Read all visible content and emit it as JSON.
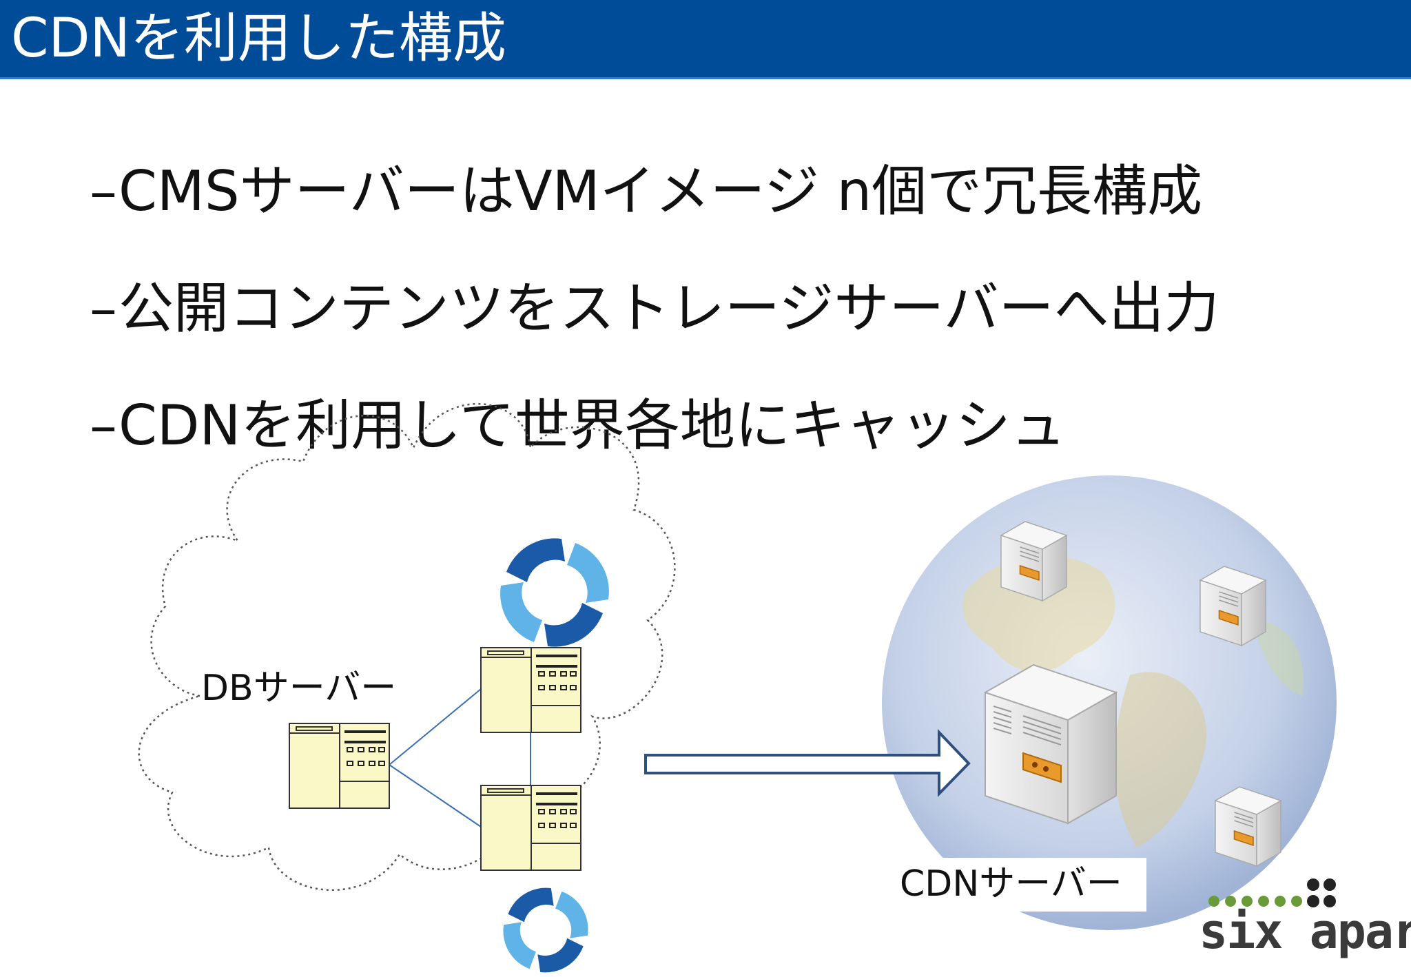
{
  "header": {
    "title": "CDNを利用した構成"
  },
  "bullets": [
    {
      "dash": "–",
      "text": "CMSサーバーはVMイメージ n個で冗長構成"
    },
    {
      "dash": "–",
      "text": "公開コンテンツをストレージサーバーへ出力"
    },
    {
      "dash": "–",
      "text": "CDNを利用して世界各地にキャッシュ"
    }
  ],
  "diagram": {
    "db_label": "DBサーバー",
    "cdn_label": "CDNサーバー"
  },
  "logo": {
    "text": "six apart"
  },
  "colors": {
    "header_bg": "#004c99",
    "server_fill": "#fbf8c8",
    "link_line": "#3b6fb2",
    "arrow_stroke": "#2f4f7f",
    "cycle_dark": "#1b5aa6",
    "cycle_light": "#5fb3e6",
    "logo_green": "#6a9a3a"
  }
}
